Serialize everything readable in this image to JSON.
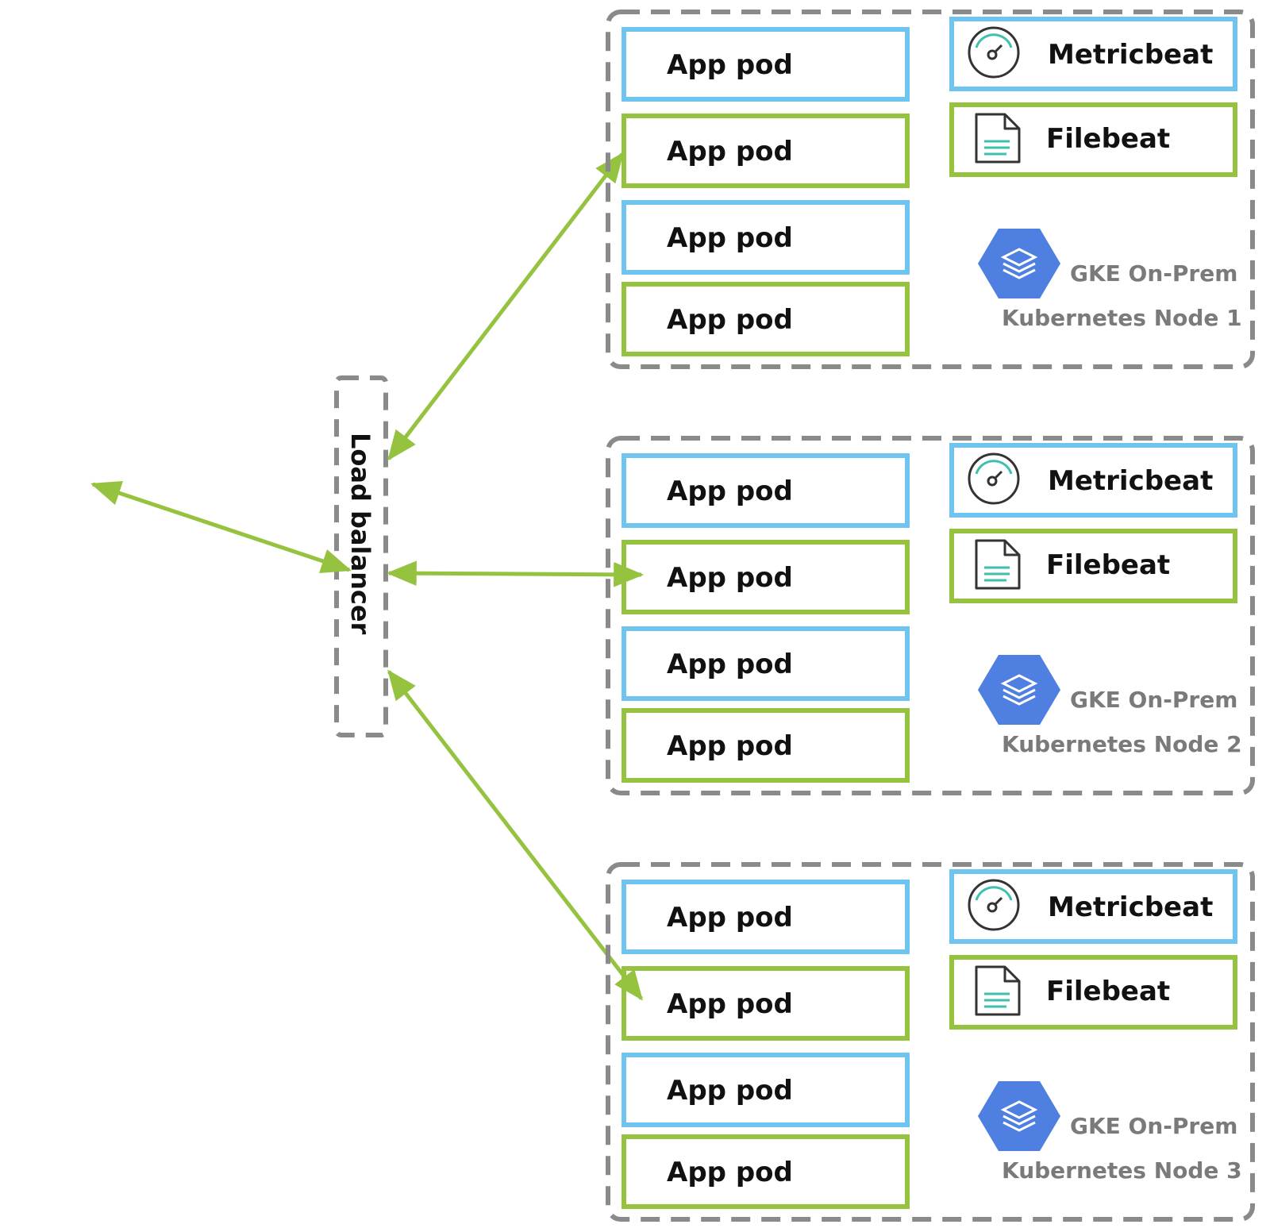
{
  "colors": {
    "blue": "#6ec3ef",
    "green": "#95c340",
    "dash": "#8a8a8a",
    "gke_hex": "#4f80e1",
    "icon_teal": "#3fbfad"
  },
  "load_balancer": {
    "label": "Load balancer"
  },
  "nodes": [
    {
      "pods": [
        {
          "label": "App pod",
          "color": "blue"
        },
        {
          "label": "App pod",
          "color": "green"
        },
        {
          "label": "App pod",
          "color": "blue"
        },
        {
          "label": "App pod",
          "color": "green"
        }
      ],
      "metricbeat": {
        "label": "Metricbeat",
        "icon": "gauge-icon"
      },
      "filebeat": {
        "label": "Filebeat",
        "icon": "document-icon"
      },
      "gke": {
        "title": "GKE On-Prem",
        "subtitle": "Kubernetes Node 1",
        "icon": "gke-hexagon-icon"
      }
    },
    {
      "pods": [
        {
          "label": "App pod",
          "color": "blue"
        },
        {
          "label": "App pod",
          "color": "green"
        },
        {
          "label": "App pod",
          "color": "blue"
        },
        {
          "label": "App pod",
          "color": "green"
        }
      ],
      "metricbeat": {
        "label": "Metricbeat",
        "icon": "gauge-icon"
      },
      "filebeat": {
        "label": "Filebeat",
        "icon": "document-icon"
      },
      "gke": {
        "title": "GKE On-Prem",
        "subtitle": "Kubernetes Node 2",
        "icon": "gke-hexagon-icon"
      }
    },
    {
      "pods": [
        {
          "label": "App pod",
          "color": "blue"
        },
        {
          "label": "App pod",
          "color": "green"
        },
        {
          "label": "App pod",
          "color": "blue"
        },
        {
          "label": "App pod",
          "color": "green"
        }
      ],
      "metricbeat": {
        "label": "Metricbeat",
        "icon": "gauge-icon"
      },
      "filebeat": {
        "label": "Filebeat",
        "icon": "document-icon"
      },
      "gke": {
        "title": "GKE On-Prem",
        "subtitle": "Kubernetes Node 3",
        "icon": "gke-hexagon-icon"
      }
    }
  ]
}
